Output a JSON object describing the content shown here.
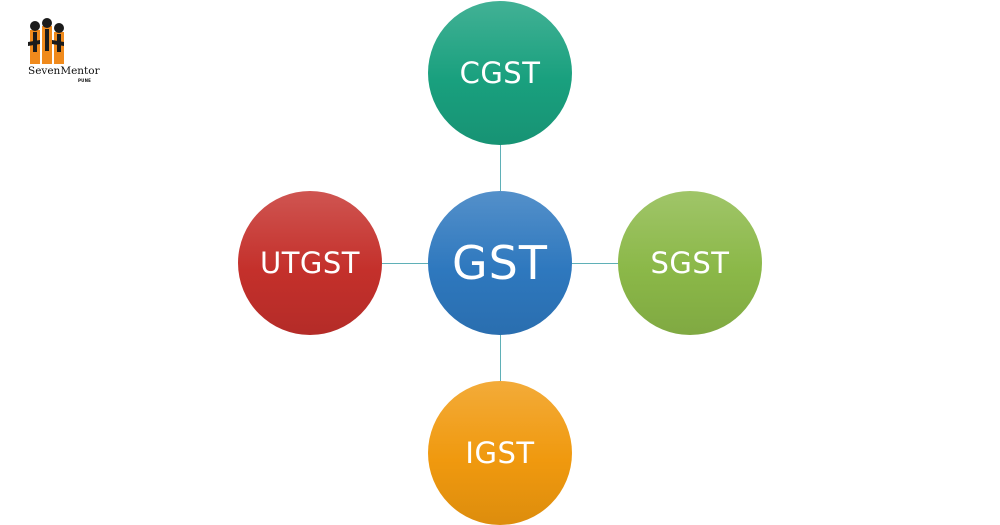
{
  "logo": {
    "name": "SevenMentor",
    "tagline": "PUNE"
  },
  "diagram": {
    "center": {
      "label": "GST",
      "color": "#2e78be"
    },
    "nodes": {
      "top": {
        "label": "CGST",
        "color": "#19a07e"
      },
      "right": {
        "label": "SGST",
        "color": "#8bb848"
      },
      "bottom": {
        "label": "IGST",
        "color": "#f0990e"
      },
      "left": {
        "label": "UTGST",
        "color": "#c4302b"
      }
    },
    "connector_color": "#5fb0b7"
  }
}
